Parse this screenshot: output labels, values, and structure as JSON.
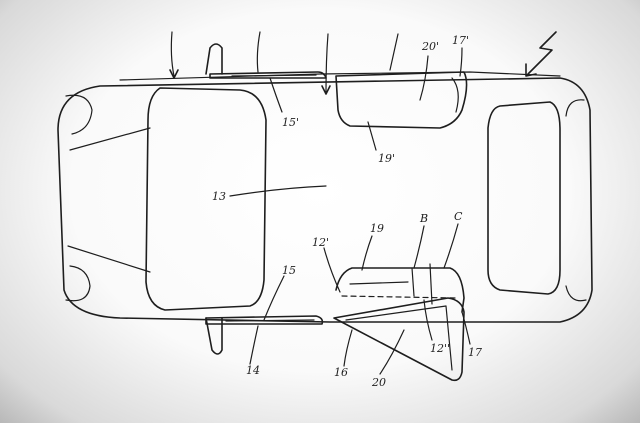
{
  "labels": {
    "l13": "13",
    "l14": "14",
    "l15": "15",
    "l15p": "15'",
    "l16": "16",
    "l17": "17",
    "l17p": "17'",
    "l19": "19",
    "l19p": "19'",
    "l20": "20",
    "l20p": "20'",
    "l12p": "12'",
    "l12pp": "12''",
    "lB": "B",
    "lC": "C"
  }
}
